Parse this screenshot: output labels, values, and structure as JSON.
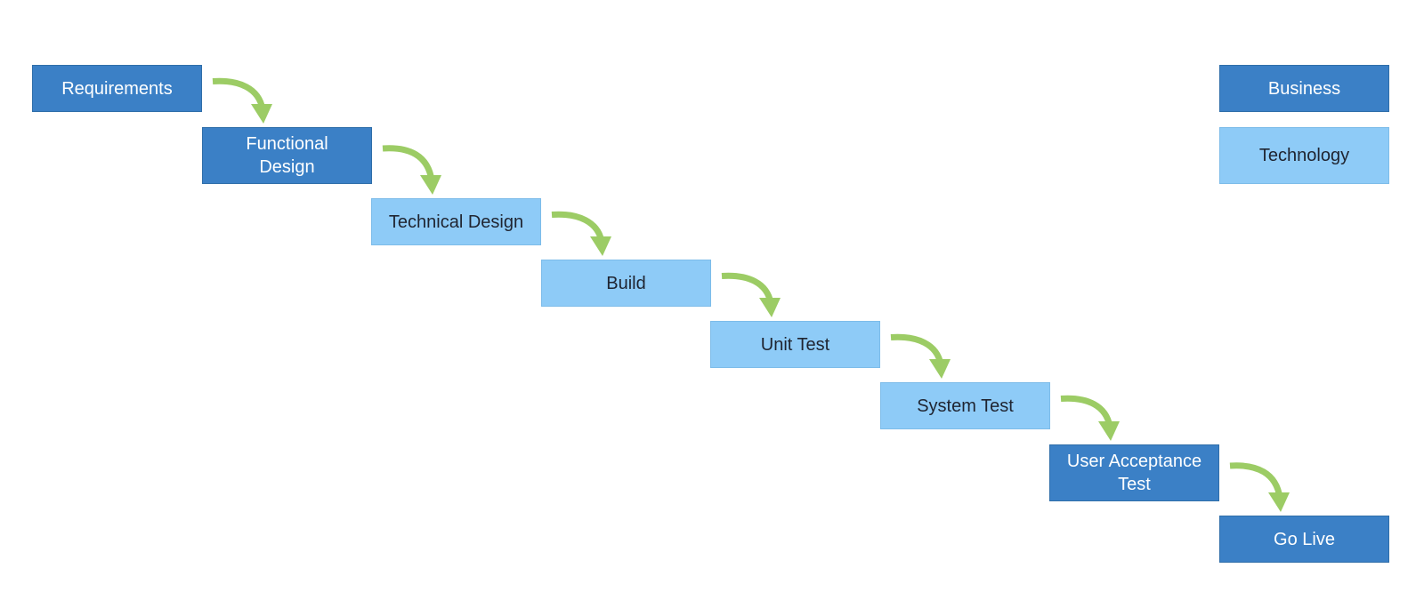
{
  "diagram": {
    "steps": [
      {
        "label": "Requirements",
        "category": "business"
      },
      {
        "label": "Functional Design",
        "category": "business"
      },
      {
        "label": "Technical Design",
        "category": "technology"
      },
      {
        "label": "Build",
        "category": "technology"
      },
      {
        "label": "Unit Test",
        "category": "technology"
      },
      {
        "label": "System Test",
        "category": "technology"
      },
      {
        "label": "User Acceptance Test",
        "category": "business"
      },
      {
        "label": "Go Live",
        "category": "business"
      }
    ],
    "connections": [
      {
        "from": "Requirements",
        "to": "Functional Design"
      },
      {
        "from": "Functional Design",
        "to": "Technical Design"
      },
      {
        "from": "Technical Design",
        "to": "Build"
      },
      {
        "from": "Build",
        "to": "Unit Test"
      },
      {
        "from": "Unit Test",
        "to": "System Test"
      },
      {
        "from": "System Test",
        "to": "User Acceptance Test"
      },
      {
        "from": "User Acceptance Test",
        "to": "Go Live"
      }
    ]
  },
  "legend": {
    "business": "Business",
    "technology": "Technology"
  },
  "colors": {
    "business": "#3b80c6",
    "technology": "#8ecbf7",
    "arrow": "#9ccc65"
  }
}
